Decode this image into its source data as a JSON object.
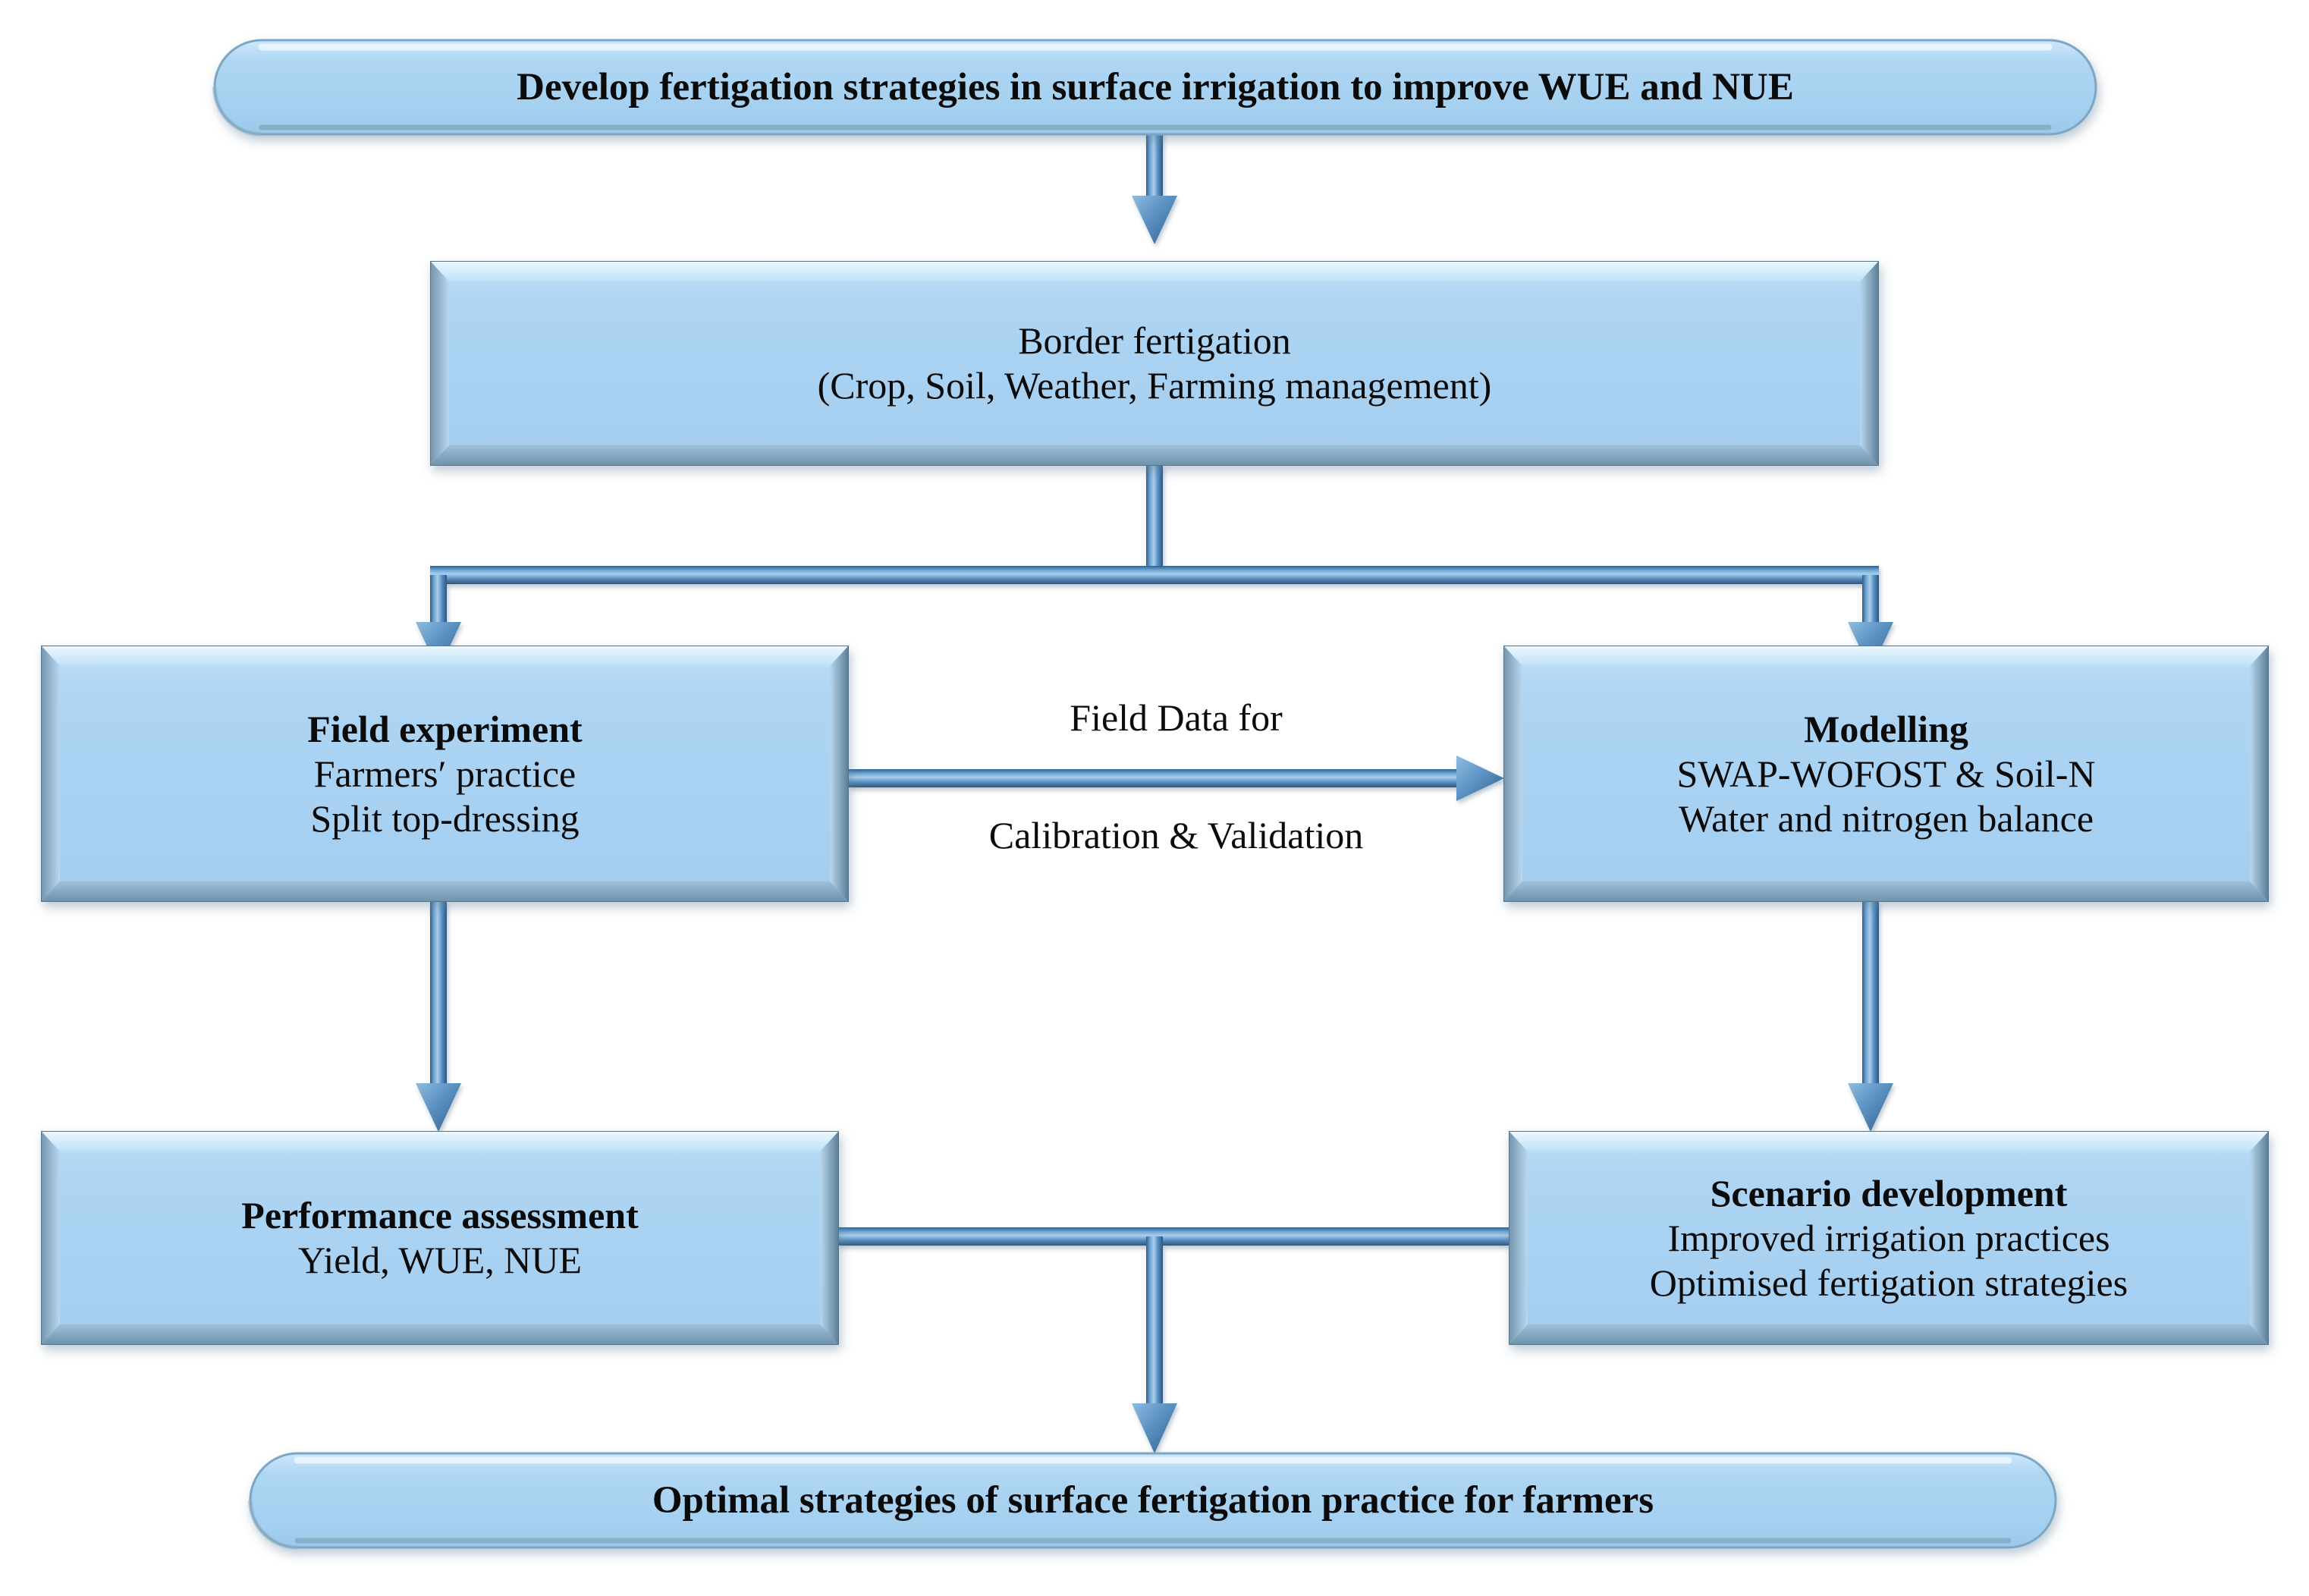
{
  "diagram": {
    "title": "Fertigation strategy development flowchart",
    "colors": {
      "node_fill": "#a6cff0",
      "node_fill_light": "#c8e4f8",
      "node_bevel_light": "#dff0fc",
      "node_bevel_dark": "#6f93ad",
      "node_edge_dark": "#4a6f88",
      "arrow_fill": "#5d95c6",
      "arrow_light": "#9fc8e6",
      "arrow_dark": "#2f5f8c",
      "text": "#0b0b0b",
      "background": "#ffffff"
    },
    "nodes": [
      {
        "id": "goal",
        "shape": "capsule",
        "lines": [
          {
            "text": "Develop fertigation strategies in surface irrigation to improve WUE and NUE",
            "bold": true
          }
        ]
      },
      {
        "id": "border-fertigation",
        "shape": "bevel-rect",
        "lines": [
          {
            "text": "Border fertigation",
            "bold": false
          },
          {
            "text": "(Crop, Soil, Weather, Farming management)",
            "bold": false
          }
        ]
      },
      {
        "id": "field-experiment",
        "shape": "bevel-rect",
        "lines": [
          {
            "text": "Field experiment",
            "bold": true
          },
          {
            "text": "Farmers′ practice",
            "bold": false
          },
          {
            "text": "Split top-dressing",
            "bold": false
          }
        ]
      },
      {
        "id": "modelling",
        "shape": "bevel-rect",
        "lines": [
          {
            "text": "Modelling",
            "bold": true
          },
          {
            "text": "SWAP-WOFOST & Soil-N",
            "bold": false
          },
          {
            "text": "Water and nitrogen balance",
            "bold": false
          }
        ]
      },
      {
        "id": "performance-assessment",
        "shape": "bevel-rect",
        "lines": [
          {
            "text": "Performance assessment",
            "bold": true
          },
          {
            "text": "Yield, WUE, NUE",
            "bold": false
          }
        ]
      },
      {
        "id": "scenario-development",
        "shape": "bevel-rect",
        "lines": [
          {
            "text": "Scenario development",
            "bold": true
          },
          {
            "text": "Improved irrigation practices",
            "bold": false
          },
          {
            "text": "Optimised fertigation strategies",
            "bold": false
          }
        ]
      },
      {
        "id": "optimal-strategies",
        "shape": "capsule",
        "lines": [
          {
            "text": "Optimal strategies of surface fertigation practice for farmers",
            "bold": true
          }
        ]
      }
    ],
    "edge_labels": {
      "field_data_for": "Field Data for",
      "calibration_validation": "Calibration & Validation"
    }
  }
}
